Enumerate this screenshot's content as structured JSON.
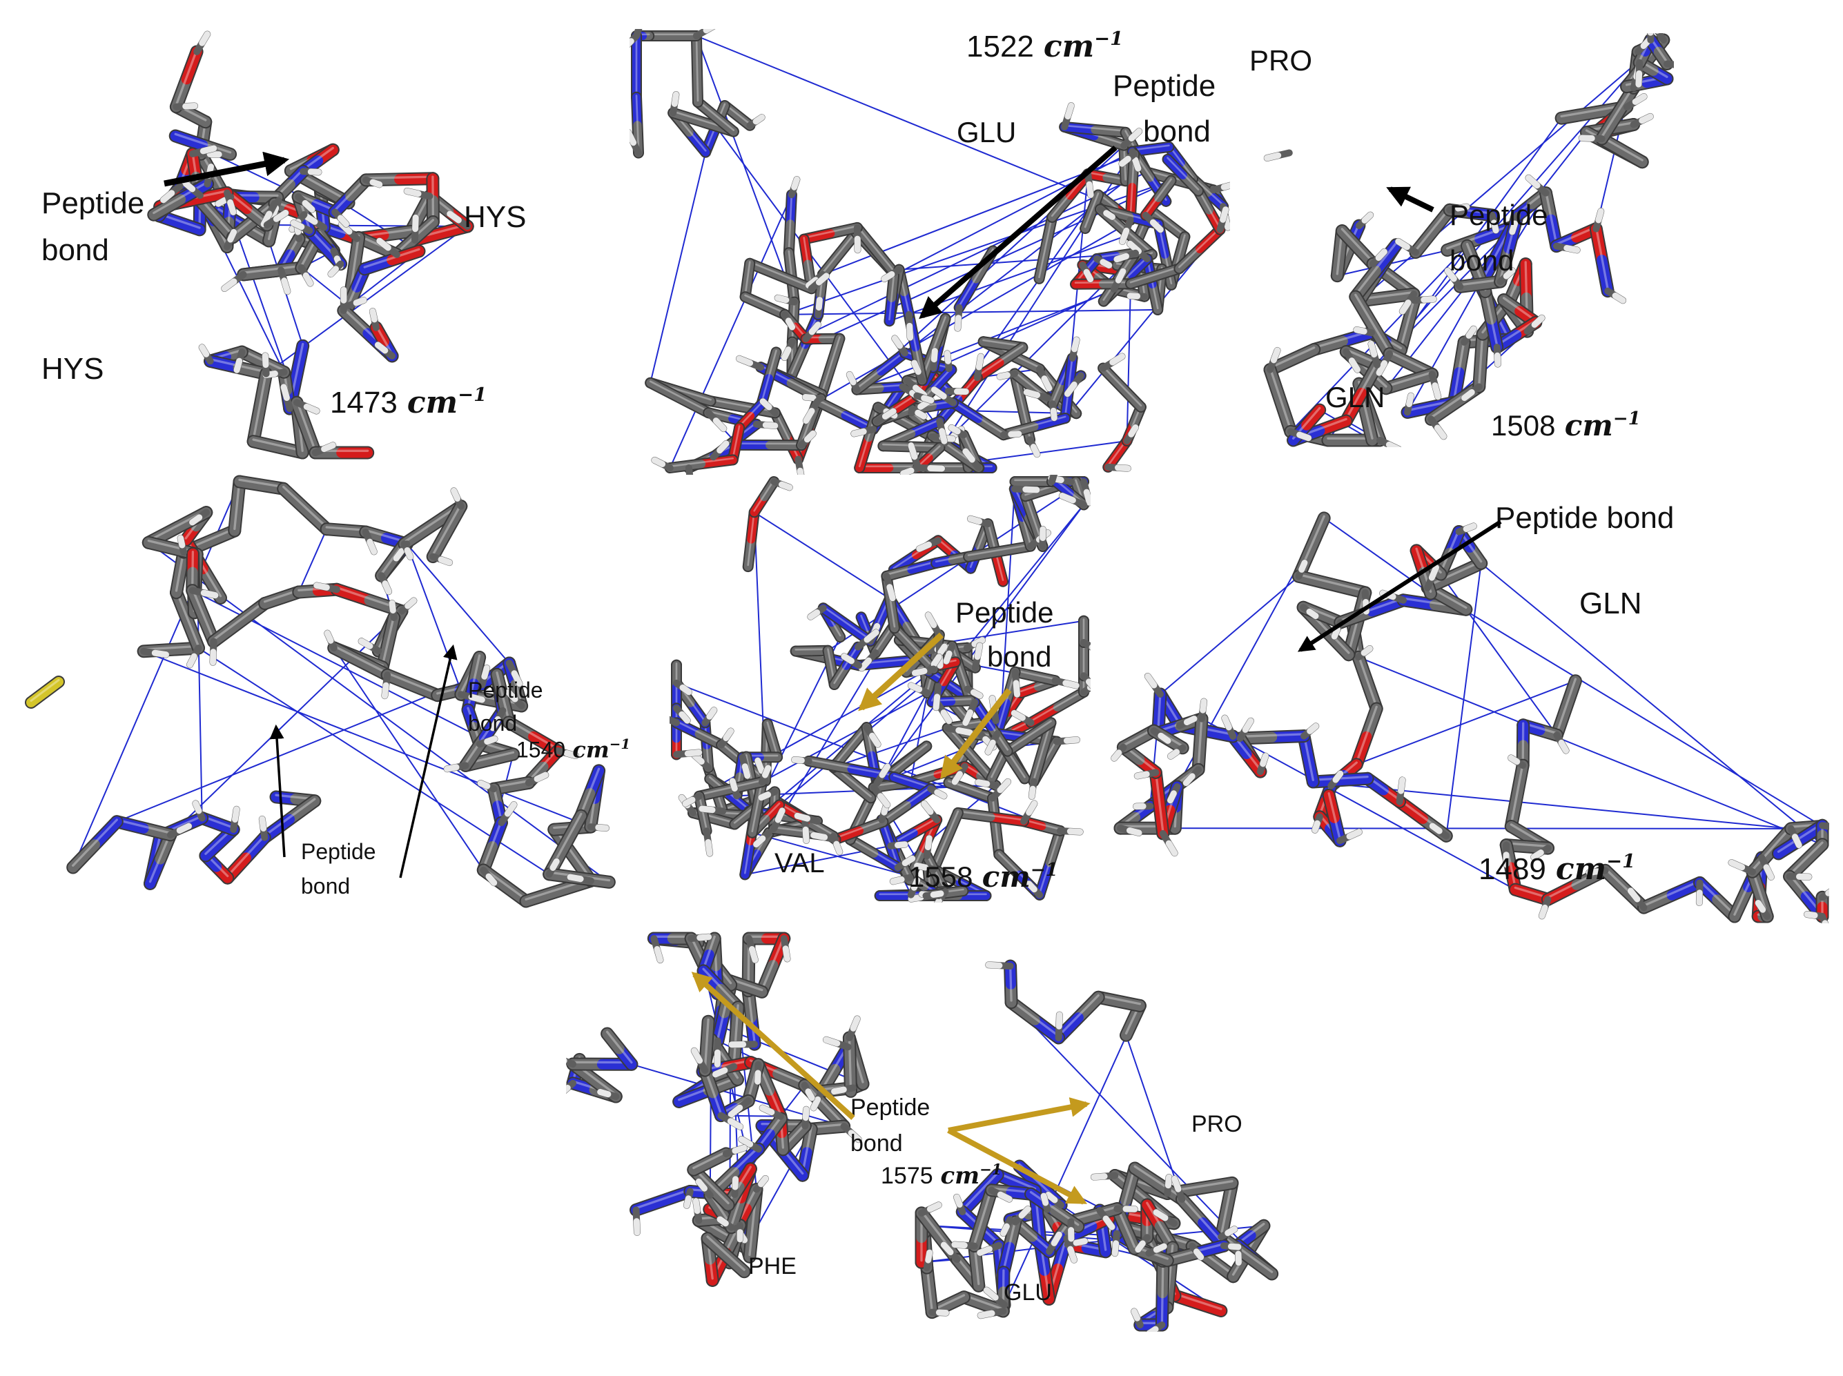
{
  "figure": {
    "colors": {
      "carbon": "#6b6b6b",
      "nitrogen": "#2a2fd4",
      "oxygen": "#d41c1c",
      "hydrogen": "#e8e8e8",
      "sulfur": "#d4c52a",
      "hbond": "#1f2ad1",
      "black_arrow": "#000000",
      "gold_arrow": "#c49a1e"
    },
    "wavenumber_unit": "cm",
    "wavenumber_exponent": "−1",
    "panels": [
      {
        "id": "p1",
        "labels": {
          "peptide": "Peptide bond",
          "peptide_l1": "Peptide",
          "peptide_l2": "bond",
          "res1": "HYS",
          "res2": "HYS"
        },
        "wavenumber": "1473"
      },
      {
        "id": "p2",
        "labels": {
          "peptide_l1": "Peptide",
          "peptide_l2": "bond",
          "res1": "GLU"
        },
        "wavenumber": "1522"
      },
      {
        "id": "p3",
        "labels": {
          "res1": "PRO",
          "res2": "GLN",
          "peptide_l1": "Peptide",
          "peptide_l2": "bond"
        },
        "wavenumber": "1508"
      },
      {
        "id": "p4",
        "labels": {
          "peptide_a_l1": "Peptide",
          "peptide_a_l2": "bond",
          "peptide_b_l1": "Peptide",
          "peptide_b_l2": "bond"
        },
        "wavenumber": "1540"
      },
      {
        "id": "p5",
        "labels": {
          "peptide_l1": "Peptide",
          "peptide_l2": "bond",
          "res1": "VAL"
        },
        "wavenumber": "1558"
      },
      {
        "id": "p6",
        "labels": {
          "peptide": "Peptide bond",
          "res1": "GLN"
        },
        "wavenumber": "1489"
      },
      {
        "id": "p7",
        "labels": {
          "peptide_l1": "Peptide",
          "peptide_l2": "bond",
          "res1": "PRO",
          "res2": "PHE",
          "res3": "GLU"
        },
        "wavenumber": "1575"
      }
    ]
  }
}
